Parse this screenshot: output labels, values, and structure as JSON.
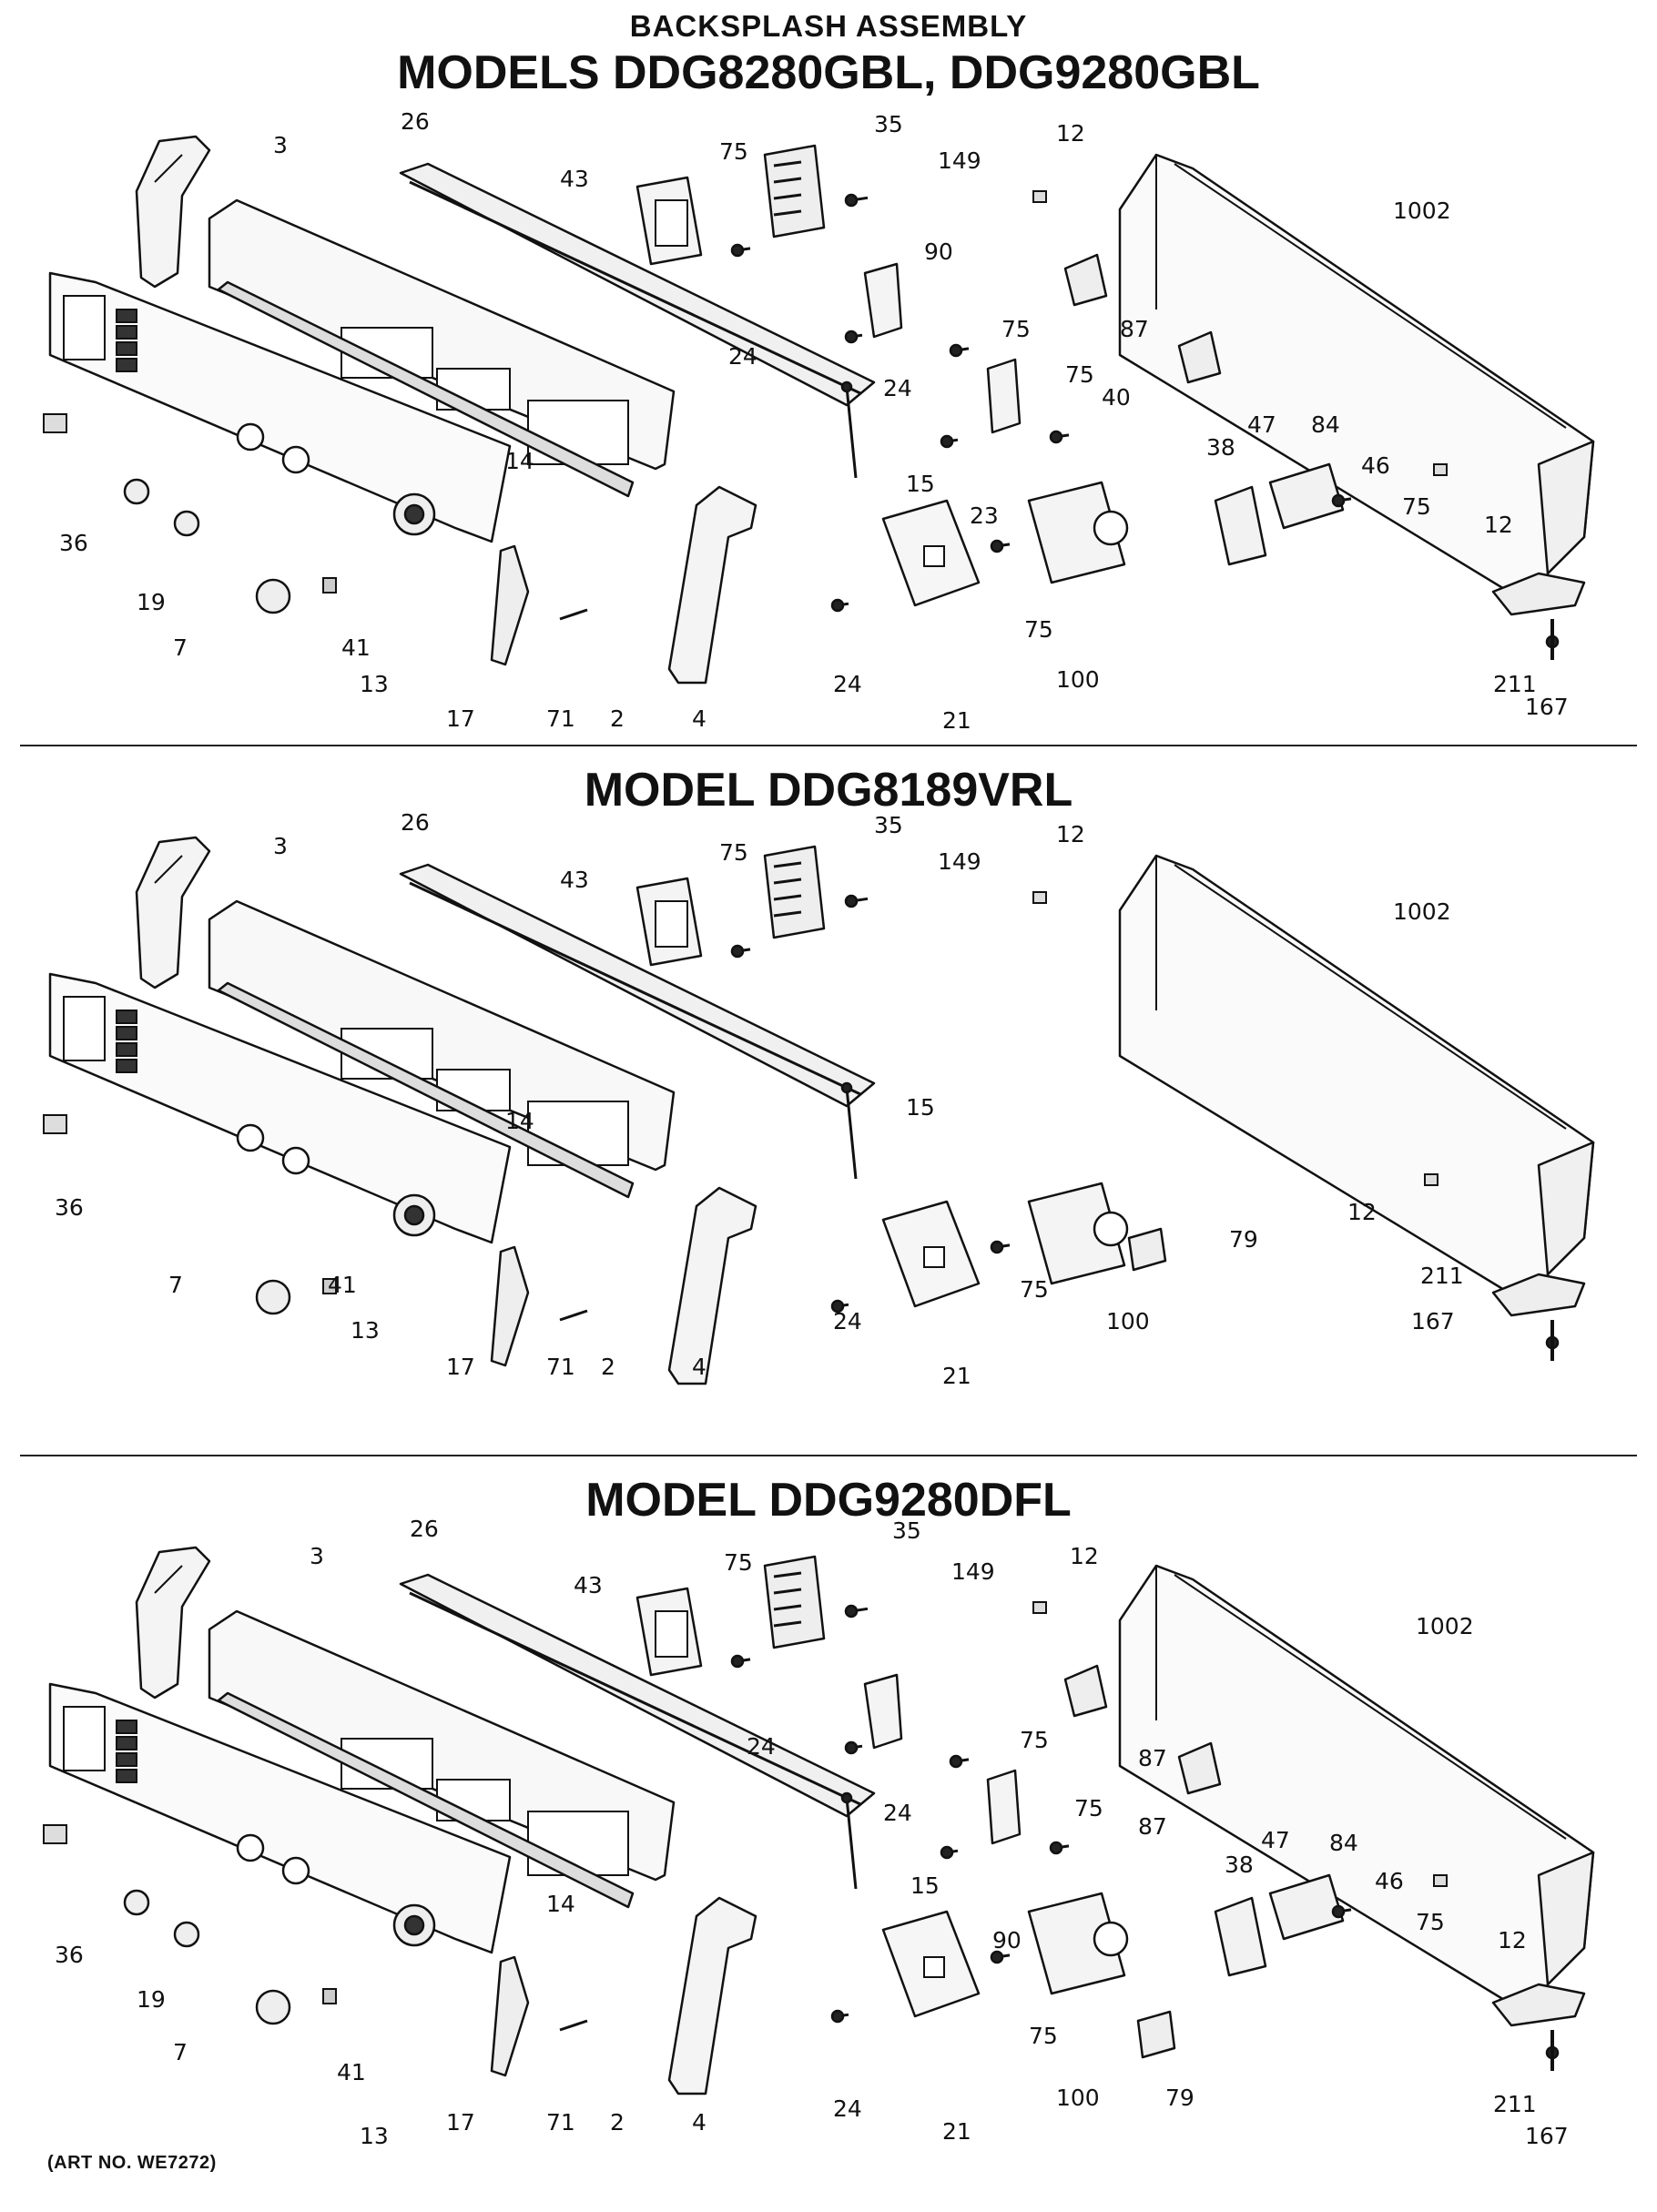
{
  "document": {
    "title": "BACKSPLASH ASSEMBLY",
    "art_number": "(ART NO. WE7272)",
    "sections": [
      {
        "heading": "MODELS DDG8280GBL, DDG9280GBL",
        "callouts": [
          "3",
          "26",
          "43",
          "75",
          "35",
          "149",
          "12",
          "1002",
          "90",
          "24",
          "75",
          "87",
          "75",
          "24",
          "40",
          "47",
          "84",
          "38",
          "46",
          "75",
          "12",
          "14",
          "15",
          "23",
          "36",
          "19",
          "75",
          "7",
          "41",
          "100",
          "24",
          "211",
          "167",
          "13",
          "17",
          "71",
          "2",
          "4",
          "21"
        ]
      },
      {
        "heading": "MODEL DDG8189VRL",
        "callouts": [
          "3",
          "26",
          "43",
          "75",
          "35",
          "149",
          "12",
          "1002",
          "15",
          "14",
          "36",
          "12",
          "79",
          "75",
          "7",
          "41",
          "24",
          "100",
          "211",
          "167",
          "13",
          "17",
          "71",
          "2",
          "4",
          "21"
        ]
      },
      {
        "heading": "MODEL DDG9280DFL",
        "callouts": [
          "3",
          "26",
          "43",
          "75",
          "35",
          "149",
          "12",
          "1002",
          "24",
          "75",
          "87",
          "75",
          "24",
          "87",
          "15",
          "47",
          "84",
          "38",
          "46",
          "75",
          "14",
          "90",
          "12",
          "36",
          "19",
          "75",
          "7",
          "41",
          "24",
          "100",
          "79",
          "211",
          "167",
          "13",
          "17",
          "71",
          "2",
          "4",
          "21"
        ]
      }
    ]
  }
}
